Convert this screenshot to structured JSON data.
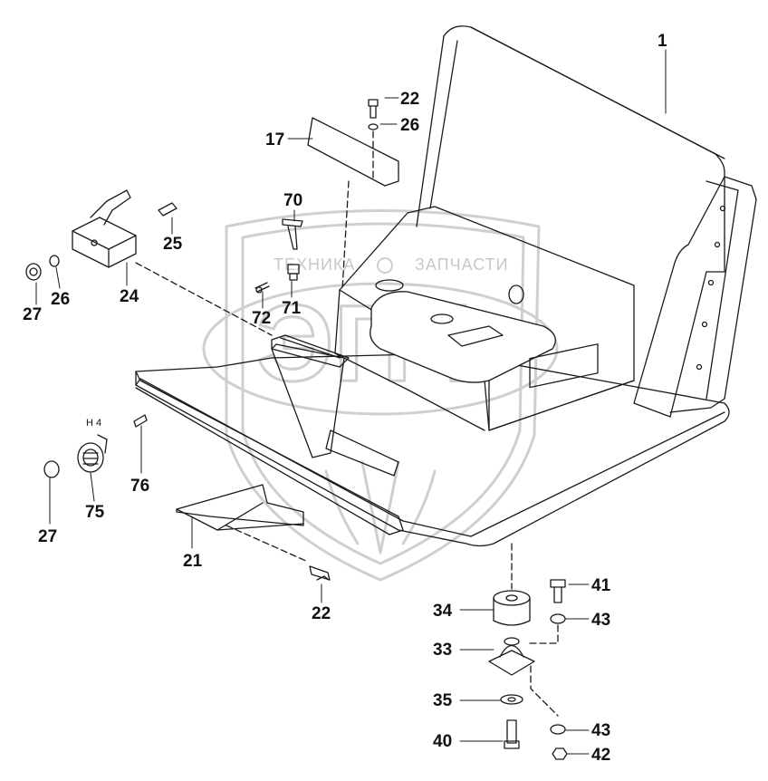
{
  "watermark": {
    "text_left": "ТЕХНИКА",
    "text_right": "ЗАПЧАСТИ",
    "logo_letters": "ЭПФ",
    "color": "#cccccc"
  },
  "callouts": {
    "c1": "1",
    "c22a": "22",
    "c26a": "26",
    "c17": "17",
    "c70": "70",
    "c25": "25",
    "c27a": "27",
    "c26b": "26",
    "c24": "24",
    "c72": "72",
    "c71": "71",
    "c_h4": "H 4",
    "c76": "76",
    "c27b": "27",
    "c75": "75",
    "c21": "21",
    "c22b": "22",
    "c41": "41",
    "c34": "34",
    "c43a": "43",
    "c33": "33",
    "c35": "35",
    "c43b": "43",
    "c40": "40",
    "c42": "42"
  },
  "colors": {
    "line": "#1a1a1a",
    "shade": "#e6e6e6",
    "background": "#ffffff"
  }
}
